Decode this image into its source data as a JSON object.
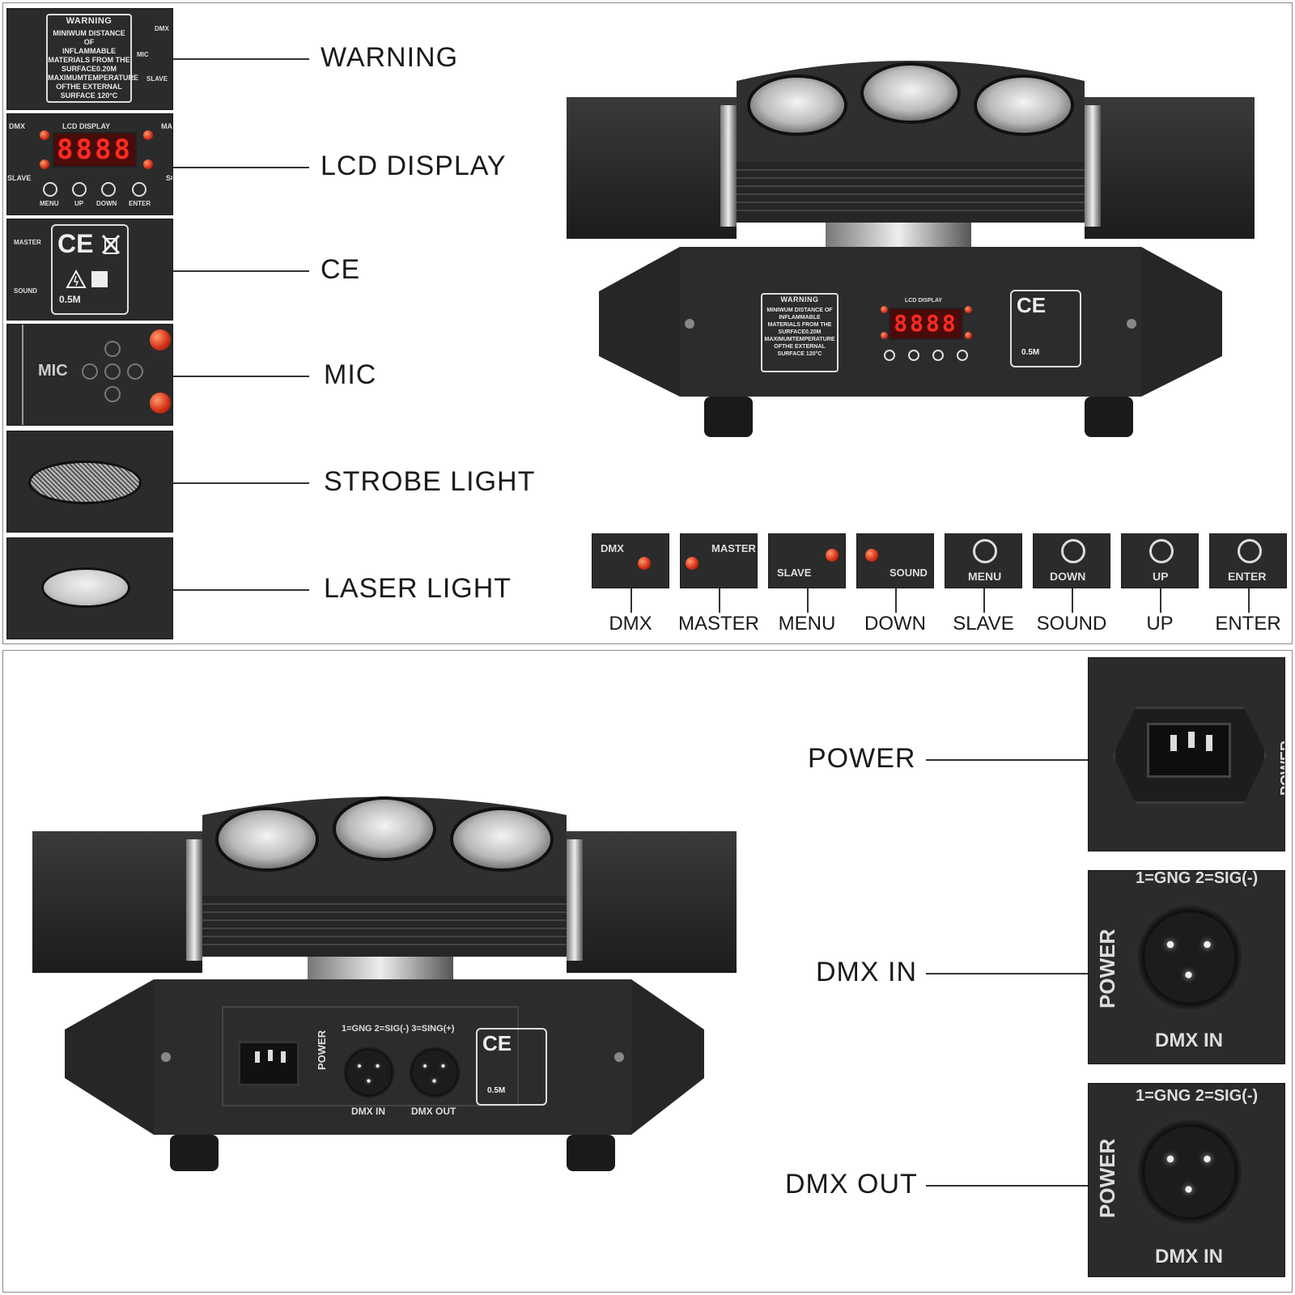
{
  "top_callouts": [
    {
      "id": "warning",
      "label": "WARNING"
    },
    {
      "id": "lcd-display",
      "label": "LCD DISPLAY"
    },
    {
      "id": "ce",
      "label": "CE"
    },
    {
      "id": "mic",
      "label": "MIC"
    },
    {
      "id": "strobe-light",
      "label": "STROBE LIGHT"
    },
    {
      "id": "laser-light",
      "label": "LASER LIGHT"
    }
  ],
  "warning_plate": {
    "title": "WARNING",
    "lines": [
      "MINIWUM DISTANCE OF",
      "INFLAMMABLE",
      "MATERIALS FROM THE",
      "SURFACE0.20M",
      "MAXIMUMTEMPERATURE",
      "OFTHE EXTERNAL",
      "SURFACE 120°C"
    ]
  },
  "control_panel": {
    "display_title": "LCD DISPLAY",
    "display_digits": "8888",
    "indicators": {
      "dmx": "DMX",
      "master": "MASTER",
      "slave": "SLAVE",
      "sound": "SOUND",
      "mic": "MIC"
    },
    "buttons": [
      "MENU",
      "UP",
      "DOWN",
      "ENTER"
    ],
    "ce_mark": "CE",
    "distance": "0.5M"
  },
  "strip_thumbs": [
    {
      "id": "dmx",
      "thumb_text": "DMX",
      "label": "DMX"
    },
    {
      "id": "master",
      "thumb_text": "MASTER",
      "label": "MASTER"
    },
    {
      "id": "slave",
      "thumb_text": "SLAVE",
      "label": "MENU"
    },
    {
      "id": "sound",
      "thumb_text": "SOUND",
      "label": "DOWN"
    },
    {
      "id": "menu",
      "thumb_text": "MENU",
      "label": "SLAVE"
    },
    {
      "id": "down",
      "thumb_text": "DOWN",
      "label": "SOUND"
    },
    {
      "id": "up",
      "thumb_text": "UP",
      "label": "UP"
    },
    {
      "id": "enter",
      "thumb_text": "ENTER",
      "label": "ENTER"
    }
  ],
  "rear_panel": {
    "pin_legend": "1=GNG 2=SIG(-) 3=SING(+)",
    "pin_legend_short": "1=GNG 2=SIG(-)",
    "power_label": "POWER",
    "dmx_in_label": "DMX IN",
    "dmx_out_label": "DMX OUT"
  },
  "bottom_callouts": [
    {
      "id": "power",
      "label": "POWER"
    },
    {
      "id": "dmx-in",
      "label": "DMX IN"
    },
    {
      "id": "dmx-out",
      "label": "DMX OUT"
    }
  ],
  "colors": {
    "panel_dark": "#2b2b2b",
    "led_red": "#ff2b1e",
    "indicator_red": "#d7331b",
    "border": "#8a8a8a"
  }
}
